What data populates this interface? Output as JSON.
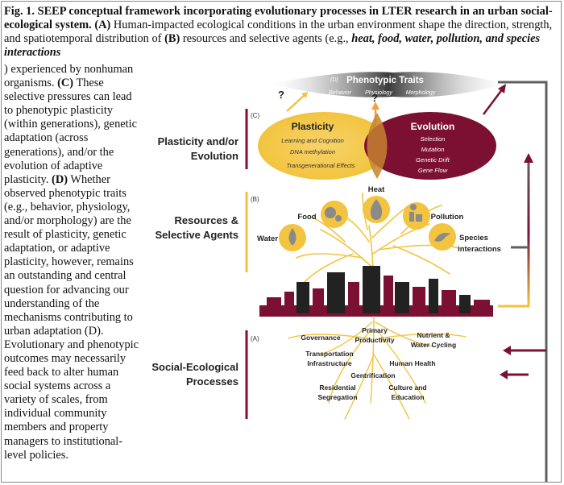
{
  "caption": {
    "fig_label": "Fig. 1. SEEP conceptual framework incorporating evolutionary processes in LTER research in an urban social-ecological system.",
    "a_marker": "(A)",
    "a_text_1": "Human-impacted ecological conditions in the urban environment shape the direction, strength, and spatiotemporal distribution of",
    "b_marker": "(B)",
    "b_text_1": "resources and selective agents (e.g.,",
    "b_examples": "heat, food, water, pollution, and species interactions",
    "b_text_2": ") experienced by nonhuman organisms.",
    "c_marker": "(C)",
    "c_text": "These selective pressures can lead to phenotypic plasticity (within generations), genetic adaptation (across generations), and/or the evolution of adaptive plasticity.",
    "d_marker": "(D)",
    "d_text": "Whether observed phenotypic traits (e.g., behavior, physiology, and/or morphology) are the result of plasticity, genetic adaptation, or adaptive plasticity, however, remains an outstanding and central question for advancing our understanding of the mechanisms contributing to urban adaptation (D). Evolutionary and phenotypic outcomes may necessarily feed back to alter human social systems across a variety of scales, from individual community members and property managers to institutional-level policies."
  },
  "figure": {
    "section_labels": {
      "plasticity_evolution": [
        "Plasticity and/or",
        "Evolution"
      ],
      "resources": [
        "Resources &",
        "Selective Agents"
      ],
      "processes": [
        "Social-Ecological",
        "Processes"
      ]
    },
    "section_markers": {
      "a": "(A)",
      "b": "(B)",
      "c": "(C)",
      "d": "(D)"
    },
    "phenotypic": {
      "title": "Phenotypic Traits",
      "items": [
        "Behavior",
        "Physiology",
        "Morphology"
      ],
      "question": "?"
    },
    "plasticity": {
      "title": "Plasticity",
      "items": [
        "Learning and Cognition",
        "DNA methylation",
        "Transgenerational Effects"
      ]
    },
    "evolution": {
      "title": "Evolution",
      "items": [
        "Selection",
        "Mutation",
        "Genetic Drift",
        "Gene Flow"
      ]
    },
    "agents": {
      "water": "Water",
      "food": "Food",
      "heat": "Heat",
      "pollution": "Pollution",
      "species": [
        "Species",
        "interactions"
      ]
    },
    "processes": {
      "governance": "Governance",
      "primary_productivity": [
        "Primary",
        "Productivity"
      ],
      "nutrient": [
        "Nutrient &",
        "Water Cycling"
      ],
      "transportation": [
        "Transportation",
        "Infrastructure"
      ],
      "human_health": "Human Health",
      "gentrification": "Gentrification",
      "residential": [
        "Residential",
        "Segregation"
      ],
      "culture": [
        "Culture and",
        "Education"
      ]
    },
    "colors": {
      "maroon": "#7b1033",
      "gold": "#f2c43f",
      "gray": "#5f5f5f",
      "icon_gray": "#8a8a8a"
    }
  }
}
